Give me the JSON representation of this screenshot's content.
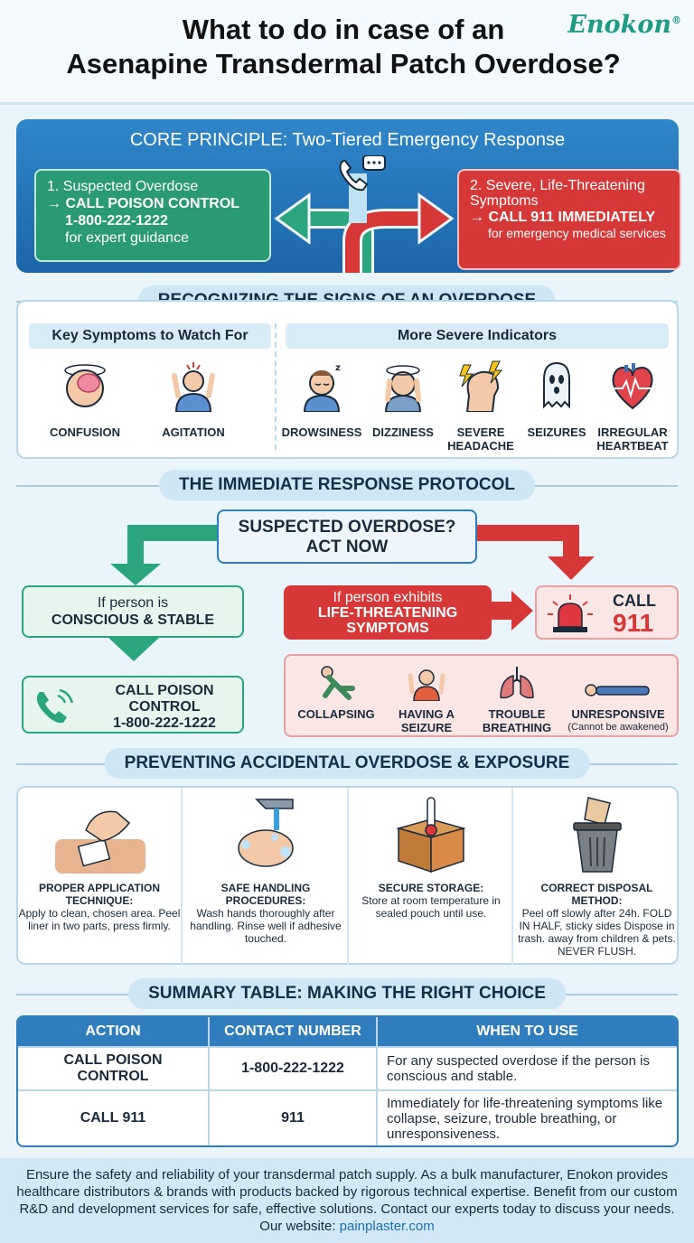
{
  "header": {
    "title_line1": "What to do in case of an",
    "title_line2": "Asenapine Transdermal Patch Overdose?",
    "brand": "Enokon",
    "brand_mark": "®"
  },
  "core": {
    "title": "CORE PRINCIPLE: Two-Tiered Emergency Response",
    "left": {
      "heading": "1.  Suspected Overdose",
      "action": "→ CALL POISON CONTROL",
      "number": "1-800-222-1222",
      "note": "for expert guidance"
    },
    "right": {
      "heading": "2. Severe, Life-Threatening Symptoms",
      "action": "→ CALL 911 IMMEDIATELY",
      "note": "for emergency medical services"
    }
  },
  "signs": {
    "section_title": "RECOGNIZING THE SIGNS OF AN OVERDOSE",
    "key_title": "Key Symptoms to Watch For",
    "severe_title": "More Severe Indicators",
    "key": [
      "CONFUSION",
      "AGITATION"
    ],
    "severe": [
      "DROWSINESS",
      "DIZZINESS",
      "SEVERE HEADACHE",
      "SEIZURES",
      "IRREGULAR HEARTBEAT"
    ]
  },
  "protocol": {
    "section_title": "THE IMMEDIATE RESPONSE PROTOCOL",
    "start_line1": "SUSPECTED OVERDOSE?",
    "start_line2": "ACT NOW",
    "conscious_line1": "If person is",
    "conscious_line2": "CONSCIOUS & STABLE",
    "poison_line1": "CALL POISON",
    "poison_line2": "CONTROL",
    "poison_number": "1-800-222-1222",
    "life_line1": "If person exhibits",
    "life_line2": "LIFE-THREATENING",
    "life_line3": "SYMPTOMS",
    "call_label": "CALL",
    "call_number": "911",
    "critical": [
      {
        "label": "COLLAPSING",
        "sub": ""
      },
      {
        "label": "HAVING A SEIZURE",
        "sub": ""
      },
      {
        "label": "TROUBLE BREATHING",
        "sub": ""
      },
      {
        "label": "UNRESPONSIVE",
        "sub": "(Cannot be awakened)"
      }
    ]
  },
  "prevention": {
    "section_title": "PREVENTING ACCIDENTAL OVERDOSE & EXPOSURE",
    "items": [
      {
        "title": "PROPER APPLICATION TECHNIQUE:",
        "text": "Apply to clean, chosen area. Peel liner in two parts, press firmly."
      },
      {
        "title": "SAFE HANDLING PROCEDURES:",
        "text": "Wash hands thoroughly after handling. Rinse well if adhesive touched."
      },
      {
        "title": "SECURE STORAGE:",
        "text": "Store at room temperature in sealed pouch until use."
      },
      {
        "title": "CORRECT DISPOSAL METHOD:",
        "text": "Peel off slowly after 24h. FOLD IN HALF, sticky sides Dispose in trash. away from children & pets. NEVER FLUSH."
      }
    ]
  },
  "summary": {
    "section_title": "SUMMARY TABLE: MAKING THE RIGHT CHOICE",
    "headers": [
      "ACTION",
      "CONTACT NUMBER",
      "WHEN TO USE"
    ],
    "rows": [
      [
        "CALL POISON CONTROL",
        "1-800-222-1222",
        "For any suspected overdose if the person is conscious and stable."
      ],
      [
        "CALL 911",
        "911",
        "Immediately for life-threatening symptoms like collapse, seizure, trouble breathing, or unresponsiveness."
      ]
    ]
  },
  "footer": {
    "text": "Ensure the safety and reliability of your transdermal patch supply. As a bulk manufacturer, Enokon provides healthcare distributors & brands with products backed by rigorous technical expertise. Benefit from our custom R&D and development services for safe, effective solutions. Contact our experts today to discuss your needs. Our website:",
    "link": "painplaster.com"
  },
  "colors": {
    "green": "#2a9a74",
    "red": "#d63838",
    "blue": "#2f7dbd",
    "light_blue": "#cfe6f5"
  }
}
